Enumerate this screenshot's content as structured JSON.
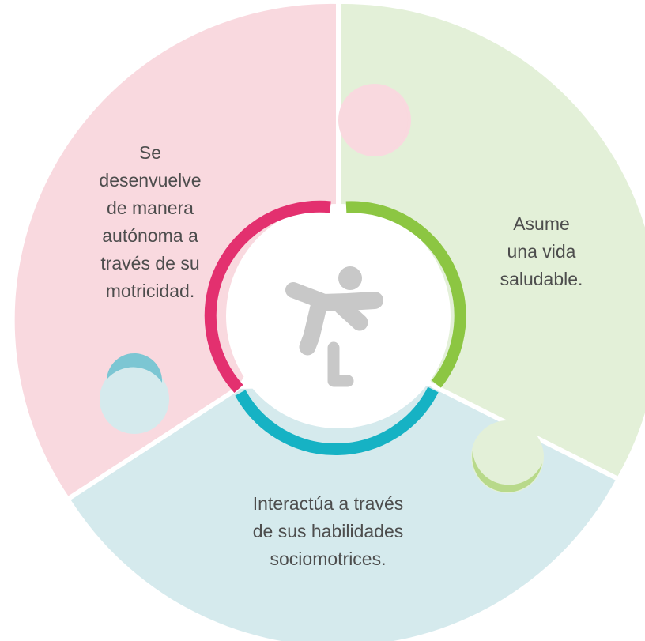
{
  "diagram": {
    "segments": [
      {
        "id": "pink",
        "lines": [
          "Se",
          "desenvuelve",
          "de manera",
          "autónoma a",
          "través de su",
          "motricidad."
        ],
        "fill": "#f9d9df",
        "arc_color": "#e3306f",
        "tab_color": "#ee8fa8"
      },
      {
        "id": "green",
        "lines": [
          "Asume",
          "una vida",
          "saludable."
        ],
        "fill": "#e3f0d8",
        "arc_color": "#8cc642",
        "tab_color": "#b8d98a"
      },
      {
        "id": "blue",
        "lines": [
          "Interactúa a través",
          "de sus habilidades",
          "sociomotrices."
        ],
        "fill": "#d5eaed",
        "arc_color": "#16b2c4",
        "tab_color": "#7cc6d3"
      }
    ],
    "center_icon": "hurdle-jumper-icon",
    "icon_color": "#c8c8c8"
  }
}
